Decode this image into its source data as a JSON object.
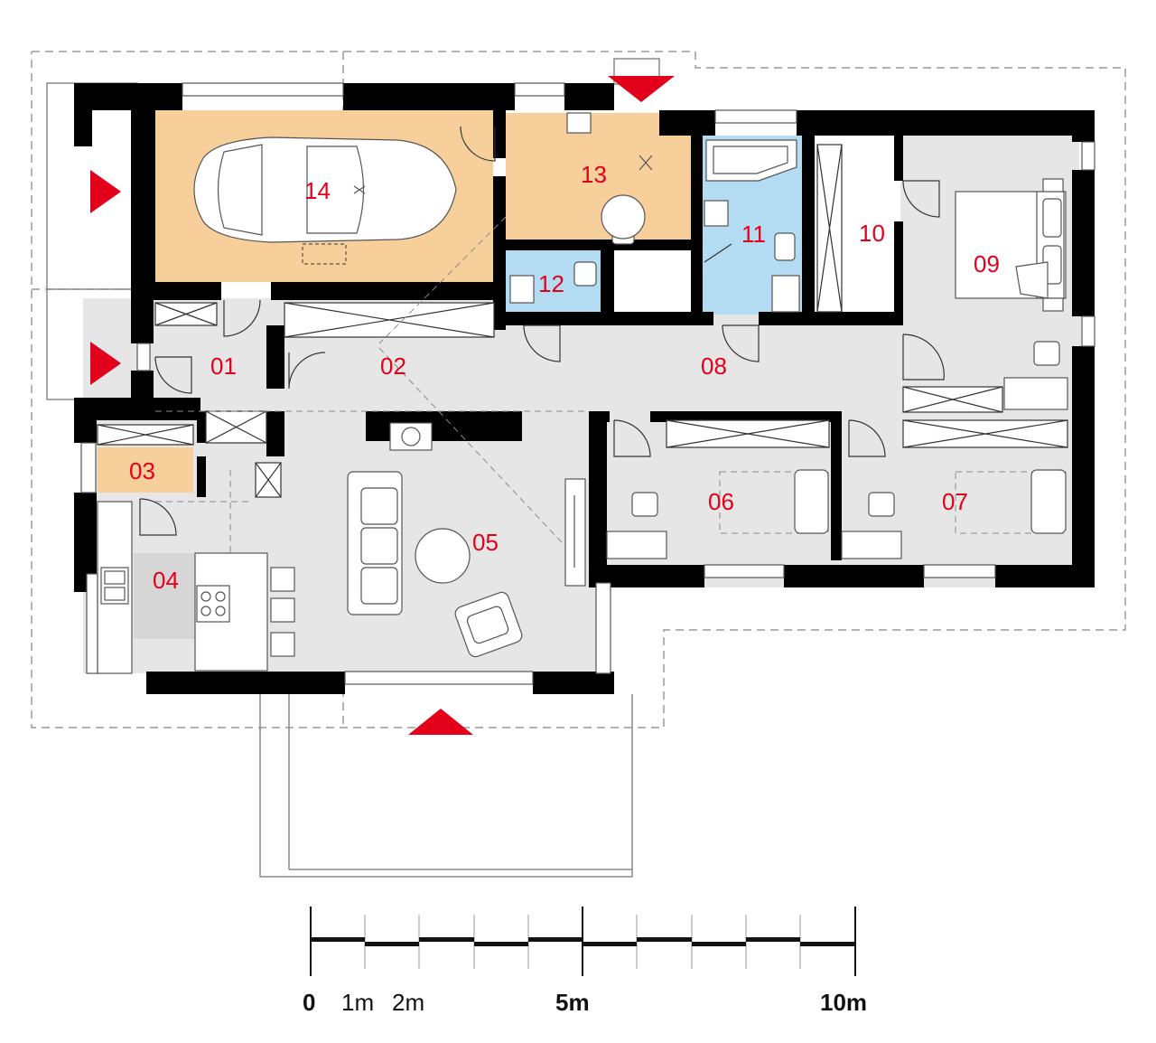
{
  "rooms": [
    {
      "id": "r01",
      "label": "01"
    },
    {
      "id": "r02",
      "label": "02"
    },
    {
      "id": "r03",
      "label": "03"
    },
    {
      "id": "r04",
      "label": "04"
    },
    {
      "id": "r05",
      "label": "05"
    },
    {
      "id": "r06",
      "label": "06"
    },
    {
      "id": "r07",
      "label": "07"
    },
    {
      "id": "r08",
      "label": "08"
    },
    {
      "id": "r09",
      "label": "09"
    },
    {
      "id": "r10",
      "label": "10"
    },
    {
      "id": "r11",
      "label": "11"
    },
    {
      "id": "r12",
      "label": "12"
    },
    {
      "id": "r13",
      "label": "13"
    },
    {
      "id": "r14",
      "label": "14"
    }
  ],
  "scale": {
    "ticks": [
      "0",
      "1m",
      "2m",
      "5m",
      "10m"
    ]
  },
  "colors": {
    "wall": "#000000",
    "floor": "#e6e6e6",
    "garage": "#f6cf9b",
    "wet": "#b3dcf2",
    "entrance_marker": "#e3001b",
    "label": "#e3001b"
  },
  "icons": [
    "entrance-arrow-icon",
    "car-icon",
    "sofa-icon",
    "armchair-icon",
    "table-icon",
    "bed-icon",
    "desk-icon",
    "stove-icon",
    "sink-icon",
    "toilet-icon",
    "bathtub-icon",
    "wardrobe-icon",
    "boiler-icon"
  ]
}
